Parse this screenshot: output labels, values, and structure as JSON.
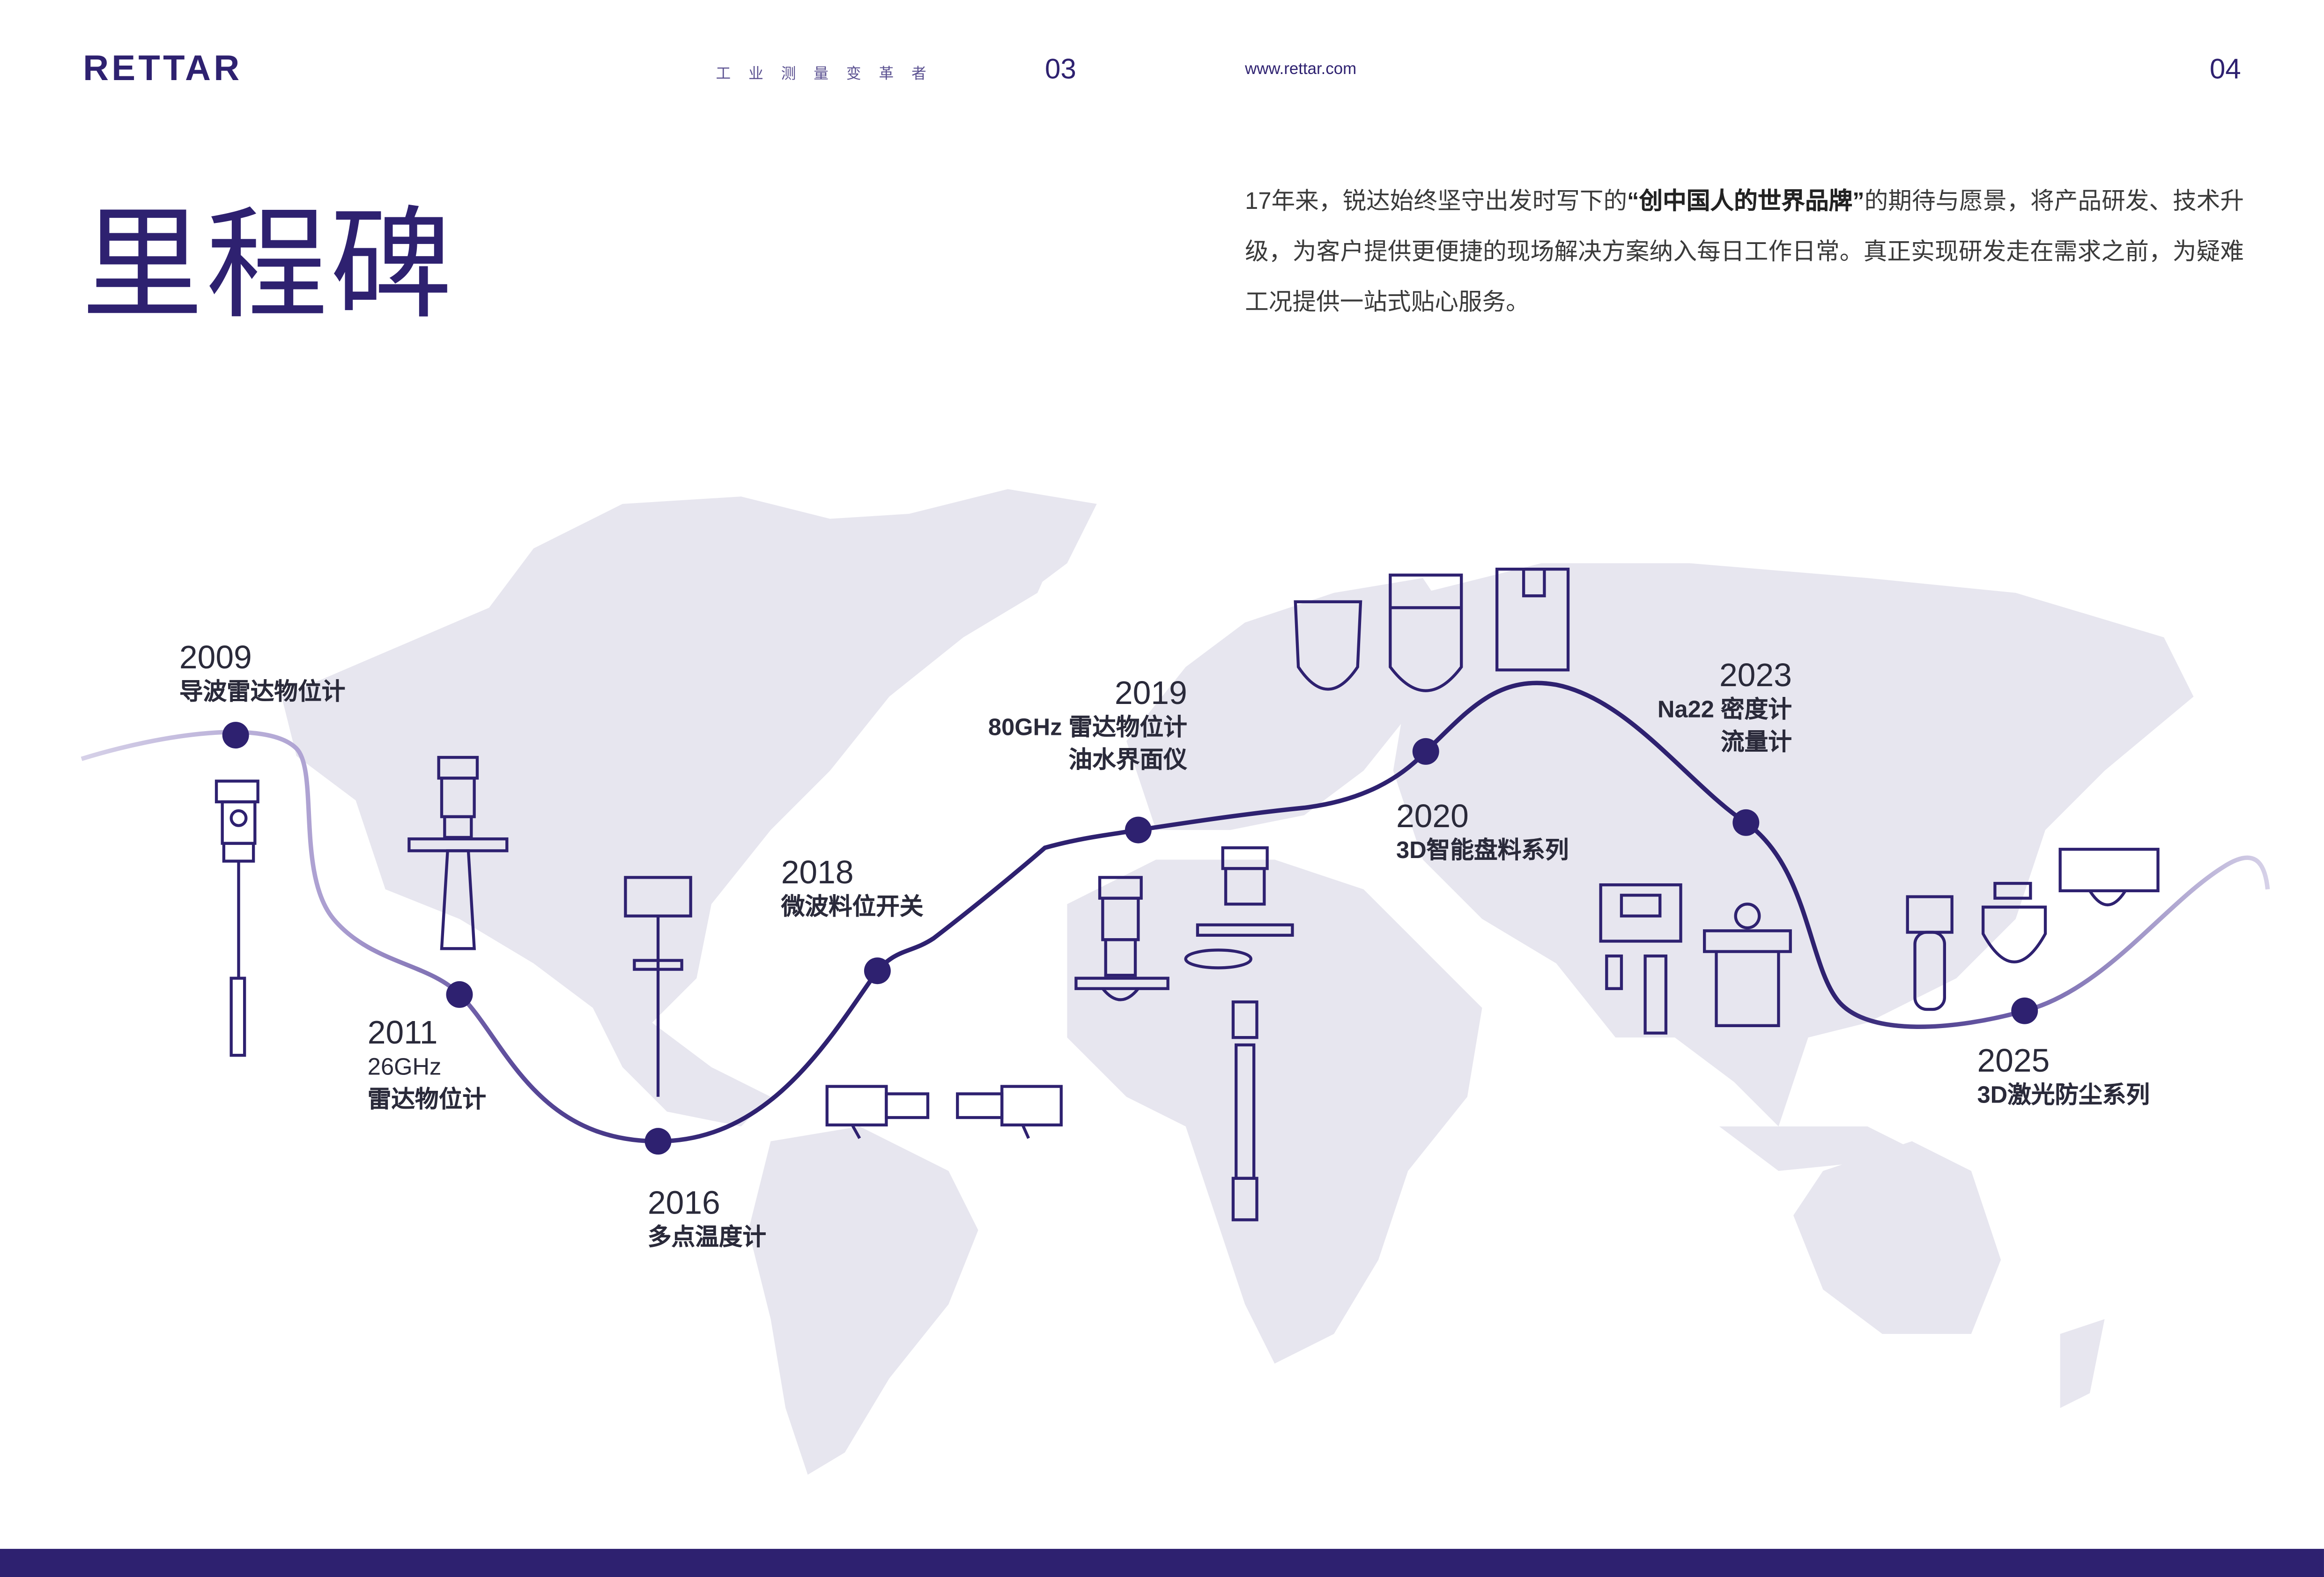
{
  "header": {
    "logo": "RETTAR",
    "slogan": "工业测量变革者",
    "page_left": "03",
    "url": "www.rettar.com",
    "page_right": "04"
  },
  "title": "里程碑",
  "intro": {
    "before": "17年来，锐达始终坚守出发时写下的",
    "highlight": "“创中国人的世界品牌”",
    "after": "的期待与愿景，将产品研发、技术升级，为客户提供更便捷的现场解决方案纳入每日工作日常。真正实现研发走在需求之前，为疑难工况提供一站式贴心服务。"
  },
  "milestones": [
    {
      "year": "2009",
      "lines": [
        "导波雷达物位计"
      ]
    },
    {
      "year": "2011",
      "lines": [
        "26GHz",
        "雷达物位计"
      ]
    },
    {
      "year": "2016",
      "lines": [
        "多点温度计"
      ]
    },
    {
      "year": "2018",
      "lines": [
        "微波料位开关"
      ]
    },
    {
      "year": "2019",
      "lines": [
        "80GHz 雷达物位计",
        "油水界面仪"
      ]
    },
    {
      "year": "2020",
      "lines": [
        "3D智能盘料系列"
      ]
    },
    {
      "year": "2023",
      "lines": [
        "Na22 密度计",
        "流量计"
      ]
    },
    {
      "year": "2025",
      "lines": [
        "3D激光防尘系列"
      ]
    }
  ],
  "colors": {
    "brand": "#2e2170",
    "map": "#e7e6ef",
    "line_light": "#b7aed6"
  }
}
